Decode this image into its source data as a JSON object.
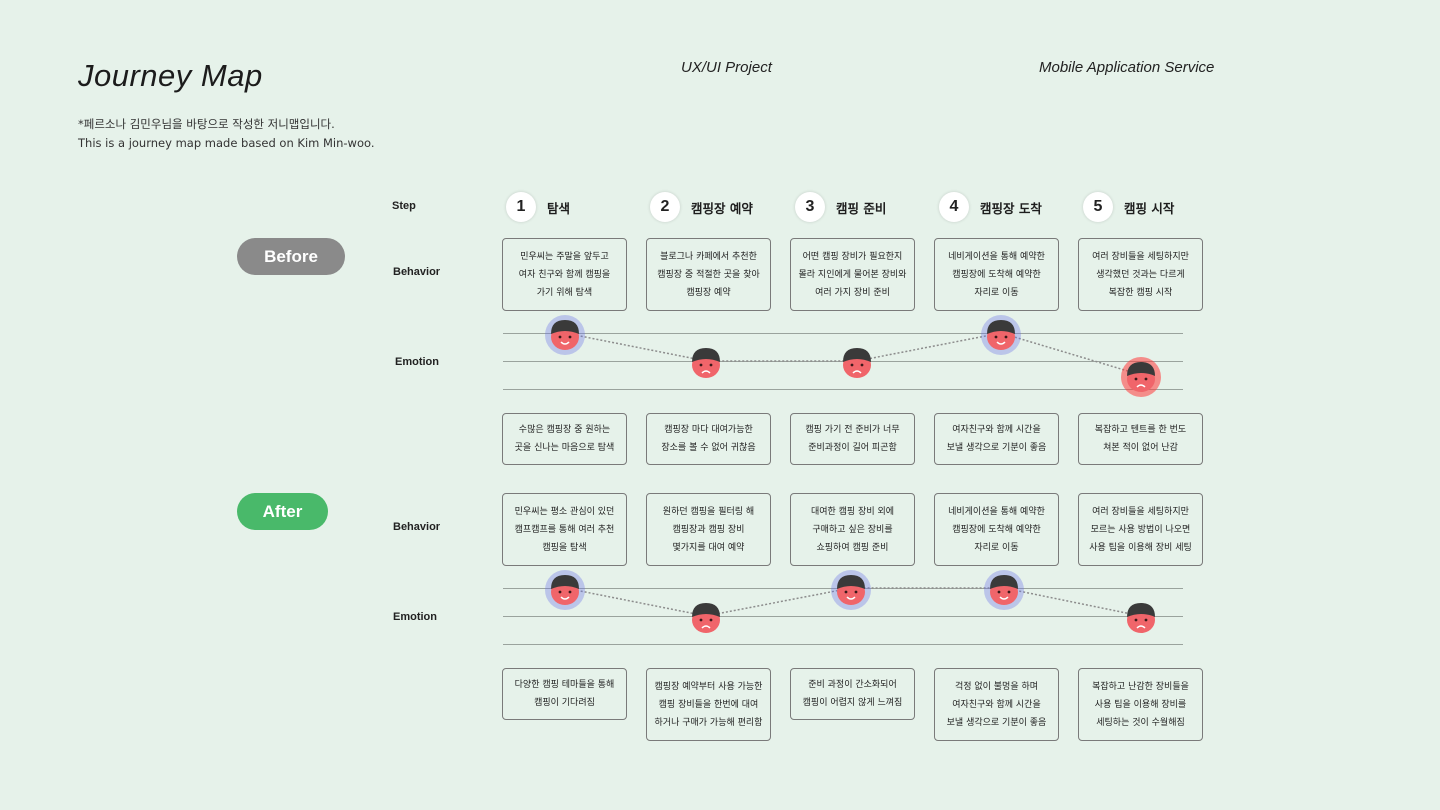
{
  "header": {
    "title": "Journey Map",
    "project": "UX/UI Project",
    "service": "Mobile Application Service",
    "subtitle_ko": "*페르소나 김민우님을 바탕으로 작성한 저니맵입니다.",
    "subtitle_en": "This is a journey map made based on Kim Min-woo."
  },
  "labels": {
    "step": "Step",
    "before": "Before",
    "after": "After",
    "behavior": "Behavior",
    "emotion": "Emotion"
  },
  "colors": {
    "background": "#e6f2ea",
    "before_pill": "#8a8a8a",
    "after_pill": "#49b96a",
    "face": "#f0656a",
    "hair": "#3a3a3a",
    "positive_glow": "#6b74e8",
    "negative_glow": "#ff3a3a"
  },
  "steps": [
    {
      "num": "1",
      "label": "탐색"
    },
    {
      "num": "2",
      "label": "캠핑장 예약"
    },
    {
      "num": "3",
      "label": "캠핑 준비"
    },
    {
      "num": "4",
      "label": "캠핑장 도착"
    },
    {
      "num": "5",
      "label": "캠핑 시작"
    }
  ],
  "before": {
    "behavior": [
      "민우씨는 주말을 앞두고\n여자 친구와 함께 캠핑을\n가기 위해 탐색",
      "블로그나 카페에서 추천한\n캠핑장 중 적절한 곳을 찾아\n캠핑장 예약",
      "어떤 캠핑 장비가 필요한지\n몰라 지인에게 물어본 장비와\n여러 가지 장비 준비",
      "네비게이션을 통해 예약한\n캠핑장에 도착해 예약한\n자리로 이동",
      "여러 장비들을 세팅하지만\n생각했던 것과는 다르게\n복잡한 캠핑 시작"
    ],
    "emotion_levels": [
      3,
      1,
      1,
      3,
      0
    ],
    "emotion_glow": [
      "positive",
      "none",
      "none",
      "positive",
      "negative"
    ],
    "feelings": [
      "수많은 캠핑장 중 원하는\n곳을 신나는 마음으로 탐색",
      "캠핑장 마다 대여가능한\n장소를 볼 수 없어 귀찮음",
      "캠핑 가기 전 준비가 너무\n준비과정이 길어 피곤함",
      "여자친구와 함께 시간을\n보낼 생각으로 기분이 좋음",
      "복잡하고 텐트를 한 번도\n쳐본 적이 없어 난감"
    ]
  },
  "after": {
    "behavior": [
      "민우씨는 평소 관심이 있던\n캠프캠프를 통해 여러 추천\n캠핑을 탐색",
      "원하던 캠핑을 필터링 해\n캠핑장과 캠핑 장비\n몇가지를 대여 예약",
      "대여한 캠핑 장비 외에\n구매하고 싶은 장비를\n쇼핑하여 캠핑 준비",
      "네비게이션을 통해 예약한\n캠핑장에 도착해 예약한\n자리로 이동",
      "여러 장비들을 세팅하지만\n모르는 사용 방법이 나오면\n사용 팁을 이용해 장비 세팅"
    ],
    "emotion_levels": [
      3,
      1,
      3,
      3,
      1
    ],
    "emotion_glow": [
      "positive",
      "none",
      "positive",
      "positive",
      "none"
    ],
    "feelings": [
      "다양한 캠핑 테마들을 통해\n캠핑이 기다려짐",
      "캠핑장 예약부터 사용 가능한\n캠핑 장비들을 한번에 대여\n하거나 구매가 가능해 편리함",
      "준비 과정이 간소화되어\n캠핑이 어렵지 않게 느껴짐",
      "걱정 없이 불멍을 하며\n여자친구와 함께 시간을\n보낼 생각으로 기분이 좋음",
      "복잡하고 난감한 장비들을\n사용 팁을 이용해 장비를\n세팅하는 것이 수월해짐"
    ]
  }
}
